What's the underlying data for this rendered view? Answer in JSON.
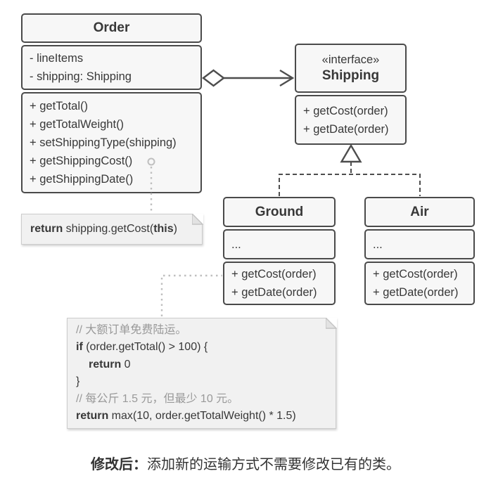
{
  "colors": {
    "box-border": "#4a4a4a",
    "box-fill": "#f7f7f7",
    "text": "#383838",
    "connector": "#4d4d4d",
    "note-border": "#cccccc",
    "note-fold": "#e2e2e2",
    "note-fill": "#f1f1f1",
    "note-connector": "#bfbfbf",
    "comment": "#999999"
  },
  "classes": {
    "order": {
      "title": "Order",
      "attributes": [
        "- lineItems",
        "- shipping: Shipping"
      ],
      "methods": [
        "+ getTotal()",
        "+ getTotalWeight()",
        "+ setShippingType(shipping)",
        "+ getShippingCost()",
        "+ getShippingDate()"
      ]
    },
    "shipping": {
      "stereotype": "«interface»",
      "title": "Shipping",
      "methods": [
        "+ getCost(order)",
        "+ getDate(order)"
      ]
    },
    "ground": {
      "title": "Ground",
      "attributes": [
        "..."
      ],
      "methods": [
        "+ getCost(order)",
        "+ getDate(order)"
      ]
    },
    "air": {
      "title": "Air",
      "attributes": [
        "..."
      ],
      "methods": [
        "+ getCost(order)",
        "+ getDate(order)"
      ]
    }
  },
  "notes": {
    "order_note": {
      "kw_return": "return",
      "call": " shipping.getCost(",
      "kw_this": "this",
      "close": ")"
    },
    "code_note": {
      "line1_comment": "// 大额订单免费陆运。",
      "line2_kw": "if",
      "line2_rest": " (order.getTotal() > 100) {",
      "line3_kw": "return",
      "line3_rest": " 0",
      "line4_brace": "}",
      "line5_comment": "// 每公斤 1.5 元，但最少 10 元。",
      "line6_kw": "return",
      "line6_rest": " max(10, order.getTotalWeight() * 1.5)"
    }
  },
  "caption": {
    "label": "修改后：",
    "text": "添加新的运输方式不需要修改已有的类。"
  }
}
